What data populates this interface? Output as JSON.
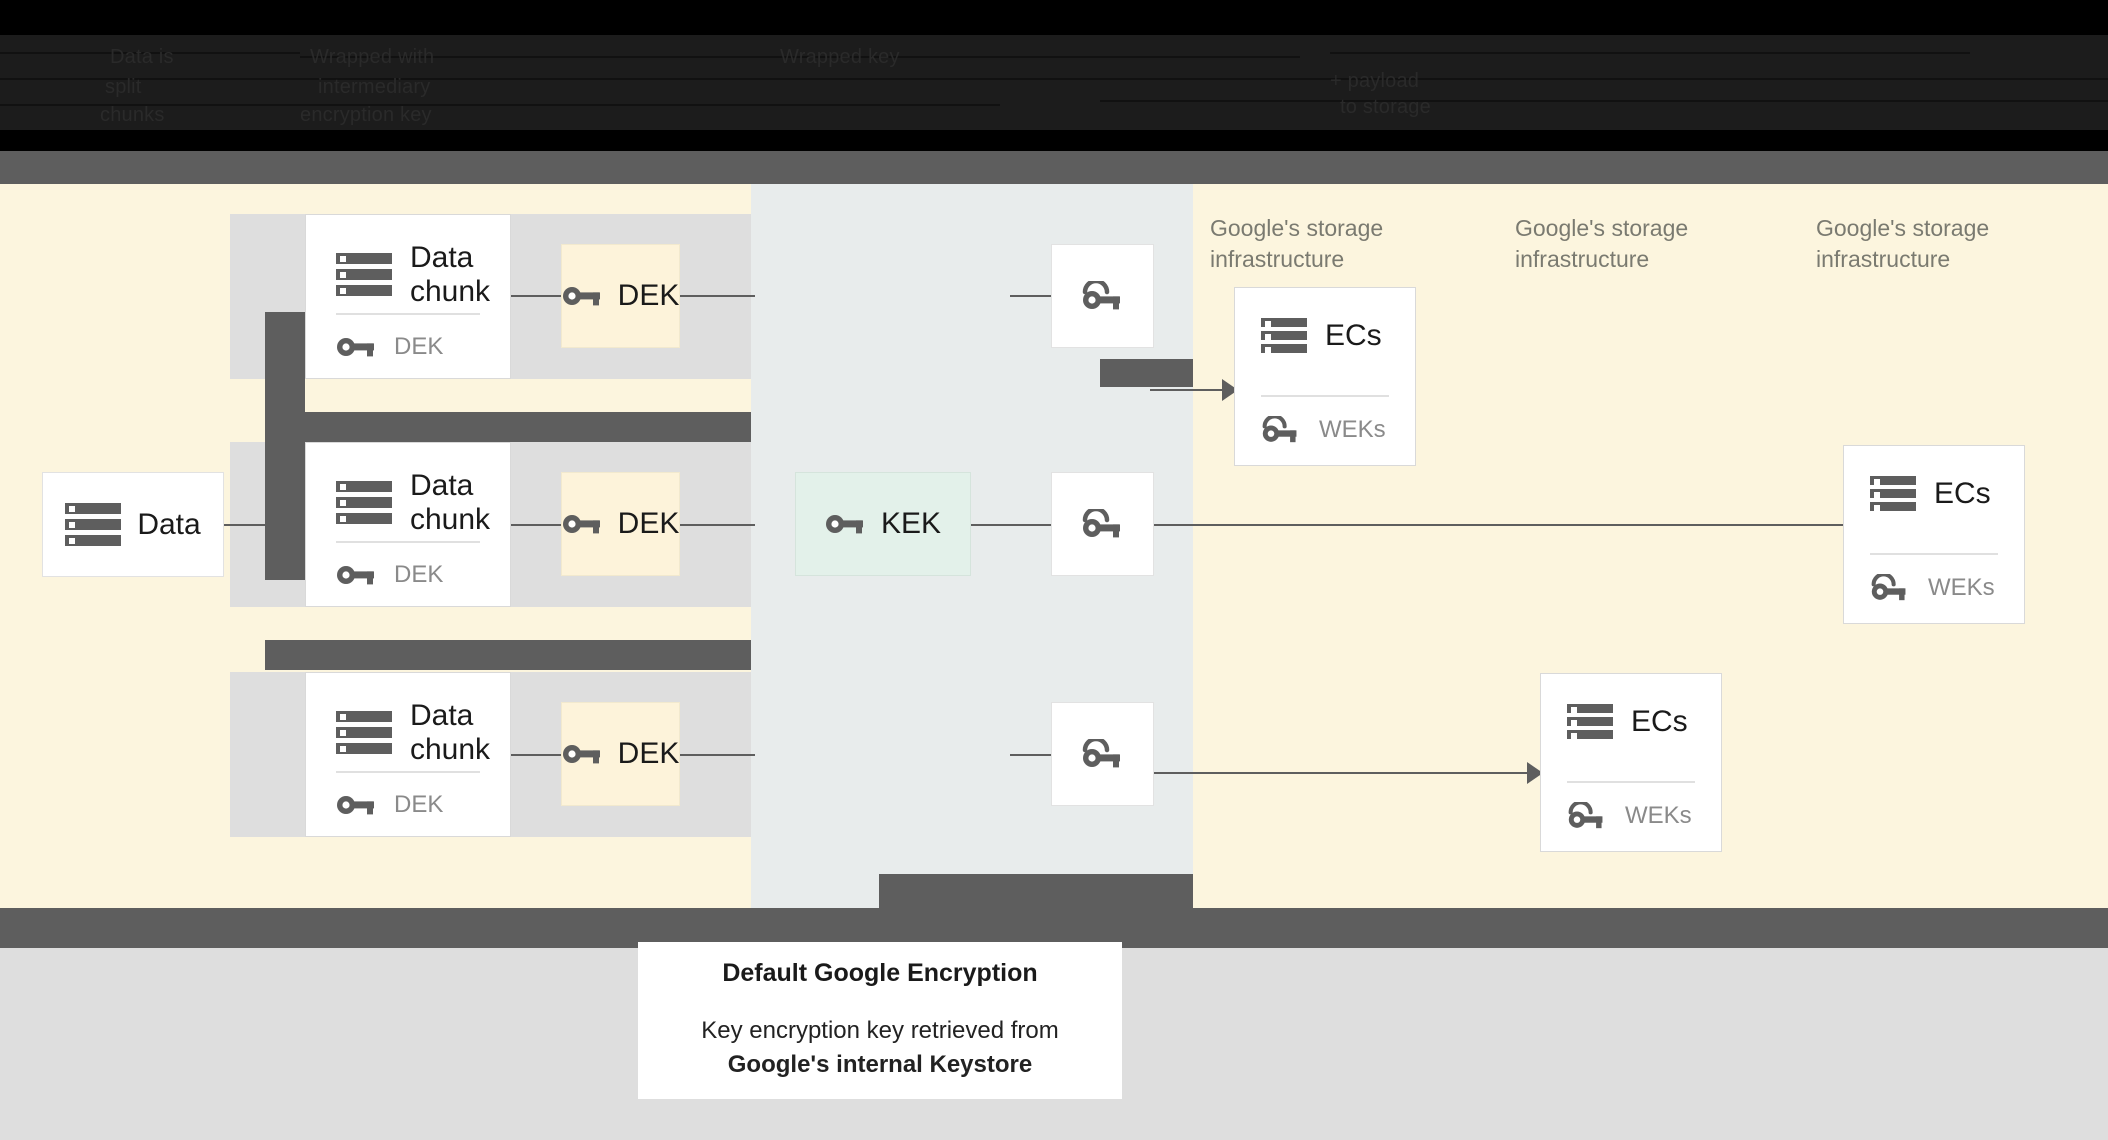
{
  "topbar": {
    "note": "obscured near-black text rows",
    "rows": [
      [
        "Data is",
        "Wrapped with",
        "Wrapped key"
      ],
      [
        "split",
        "intermediary",
        "+ payload"
      ],
      [
        "chunks",
        "encryption key",
        "to storage"
      ]
    ]
  },
  "diagram": {
    "source": {
      "title": "Data",
      "icon": "server-icon"
    },
    "chunks": [
      {
        "title": "Data\nchunk",
        "key_label": "DEK",
        "key_icon": "key-icon"
      },
      {
        "title": "Data\nchunk",
        "key_label": "DEK",
        "key_icon": "key-icon"
      },
      {
        "title": "Data\nchunk",
        "key_label": "DEK",
        "key_icon": "key-icon"
      }
    ],
    "deks": [
      {
        "label": "DEK",
        "icon": "key-icon"
      },
      {
        "label": "DEK",
        "icon": "key-icon"
      },
      {
        "label": "DEK",
        "icon": "key-icon"
      }
    ],
    "kek": {
      "label": "KEK",
      "icon": "key-icon"
    },
    "weks": [
      {
        "label": "",
        "icon": "wrapped-key-icon"
      },
      {
        "label": "",
        "icon": "wrapped-key-icon"
      },
      {
        "label": "",
        "icon": "wrapped-key-icon"
      }
    ],
    "storage_labels": [
      "Google's storage\ninfrastructure",
      "Google's storage\ninfrastructure",
      "Google's storage\ninfrastructure"
    ],
    "ec_cards": [
      {
        "title": "ECs",
        "key_label": "WEKs",
        "icon": "server-icon",
        "key_icon": "wrapped-key-icon"
      },
      {
        "title": "ECs",
        "key_label": "WEKs",
        "icon": "server-icon",
        "key_icon": "wrapped-key-icon"
      },
      {
        "title": "ECs",
        "key_label": "WEKs",
        "icon": "server-icon",
        "key_icon": "wrapped-key-icon"
      }
    ]
  },
  "caption": {
    "title": "Default Google Encryption",
    "line1": "Key encryption key retrieved from",
    "line2": "Google's internal Keystore"
  },
  "colors": {
    "canvas_cream": "#FCF5DE",
    "band_gray": "#E8ECEC",
    "lane_gray": "#DEDEDE",
    "dark_gray": "#5e5e5e",
    "dek_fill": "#FDF3DA",
    "kek_fill": "#E3F1EA",
    "card_white": "#FFFFFF",
    "muted_text": "#8a8a8a",
    "infra_text": "#7a7a70"
  }
}
